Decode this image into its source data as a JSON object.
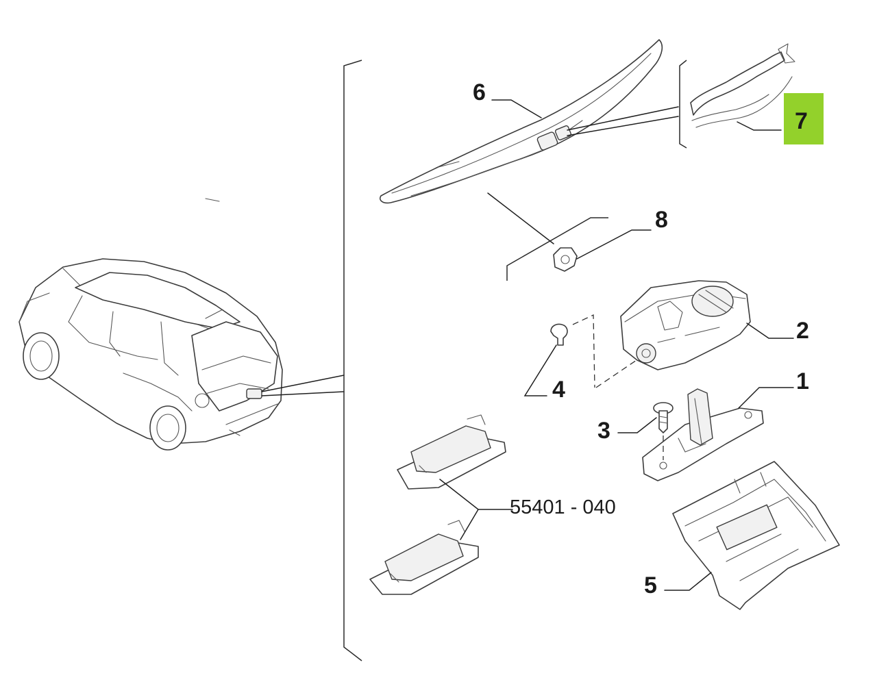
{
  "callouts": {
    "c1": "1",
    "c2": "2",
    "c3": "3",
    "c4": "4",
    "c5": "5",
    "c6": "6",
    "c7": "7",
    "c8": "8"
  },
  "plate_light_code": "55401 - 040",
  "highlight": {
    "callout": "7",
    "color": "#93d12b"
  },
  "colors": {
    "line": "#3c3c3c",
    "text": "#1a1a1a",
    "background": "#ffffff"
  }
}
